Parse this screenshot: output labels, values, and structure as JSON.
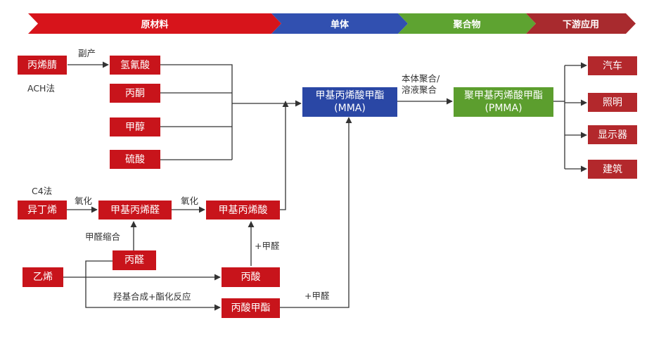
{
  "colors": {
    "banner_raw": "#d7141b",
    "banner_monomer": "#3150b0",
    "banner_polymer": "#5ea331",
    "banner_downstream": "#a82a2e",
    "node_red": "#c8141b",
    "node_dark_red": "#b3282c",
    "node_blue": "#2a47a5",
    "node_green": "#5c9e2e",
    "line": "#333333"
  },
  "banners": {
    "raw_materials": "原材料",
    "monomer": "单体",
    "polymer": "聚合物",
    "downstream": "下游应用"
  },
  "nodes": {
    "acrylonitrile": "丙烯腈",
    "hydrogen_cyanide": "氢氰酸",
    "acetone": "丙酮",
    "methanol": "甲醇",
    "sulfuric_acid": "硫酸",
    "isobutylene": "异丁烯",
    "methacrolein": "甲基丙烯醛",
    "methacrylic_acid": "甲基丙烯酸",
    "propanal": "丙醛",
    "ethylene": "乙烯",
    "propionic_acid": "丙酸",
    "methyl_propionate": "丙酸甲酯",
    "mma": {
      "line1": "甲基丙烯酸甲酯",
      "line2": "(MMA)"
    },
    "pmma": {
      "line1": "聚甲基丙烯酸甲酯",
      "line2": "(PMMA)"
    },
    "automobile": "汽车",
    "lighting": "照明",
    "display": "显示器",
    "construction": "建筑"
  },
  "labels": {
    "byproduct": "副产",
    "ach_method": "ACH法",
    "c4_method": "C4法",
    "oxidation_1": "氧化",
    "oxidation_2": "氧化",
    "formaldehyde_condensation": "甲醛缩合",
    "plus_formaldehyde_1": "+甲醛",
    "plus_formaldehyde_2": "+甲醛",
    "hydroxyl_esterification": "羟基合成+酯化反应",
    "polymerization": {
      "line1": "本体聚合/",
      "line2": "溶液聚合"
    }
  }
}
